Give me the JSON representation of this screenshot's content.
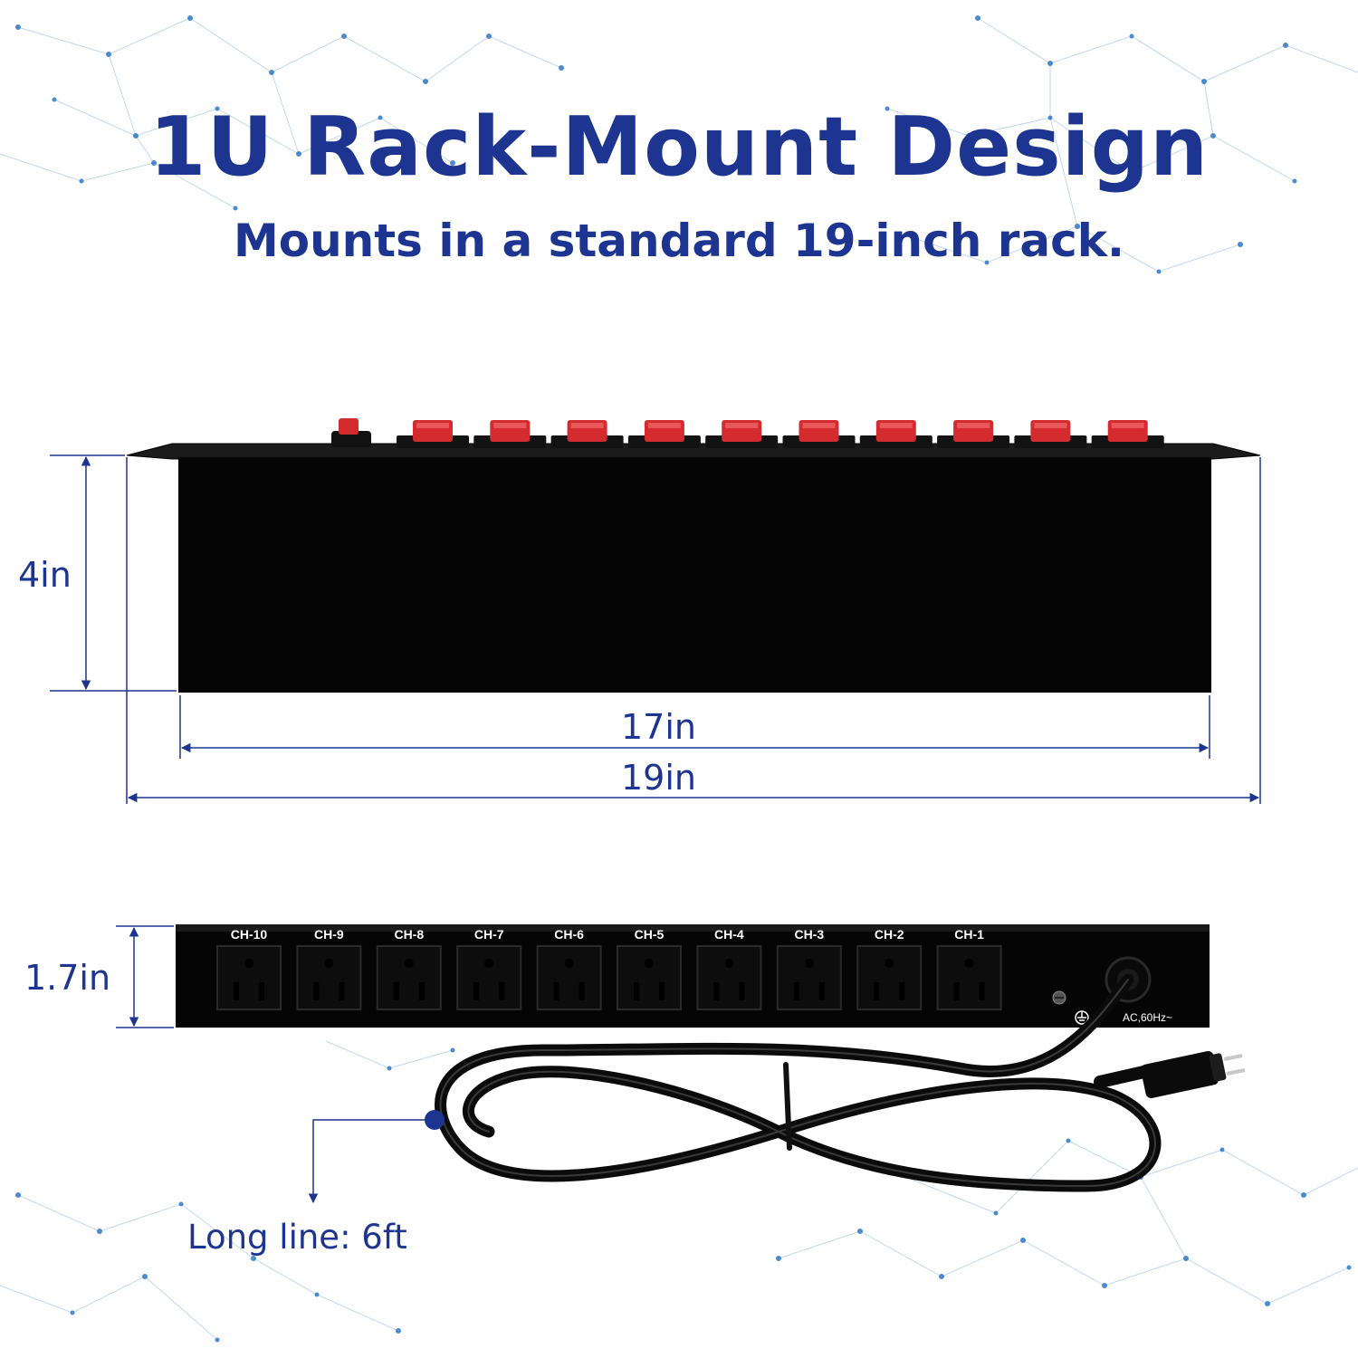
{
  "heading": {
    "title": "1U Rack-Mount Design",
    "subtitle": "Mounts in a standard 19-inch rack."
  },
  "dimensions": {
    "height_front": "4in",
    "width_body": "17in",
    "width_total": "19in",
    "height_rear": "1.7in"
  },
  "top_view": {
    "switch_count": 10,
    "switch_color": "#d32b2e",
    "reset_button_color": "#d32b2e"
  },
  "rear_panel": {
    "channels": [
      "CH-10",
      "CH-9",
      "CH-8",
      "CH-7",
      "CH-6",
      "CH-5",
      "CH-4",
      "CH-3",
      "CH-2",
      "CH-1"
    ],
    "rating_text": "AC,60Hz~",
    "ground_icon": "ground-icon"
  },
  "cord": {
    "label": "Long line: 6ft"
  },
  "colors": {
    "accent": "#1d3590",
    "chassis": "#050505",
    "network_bg": "#2e78c8"
  }
}
